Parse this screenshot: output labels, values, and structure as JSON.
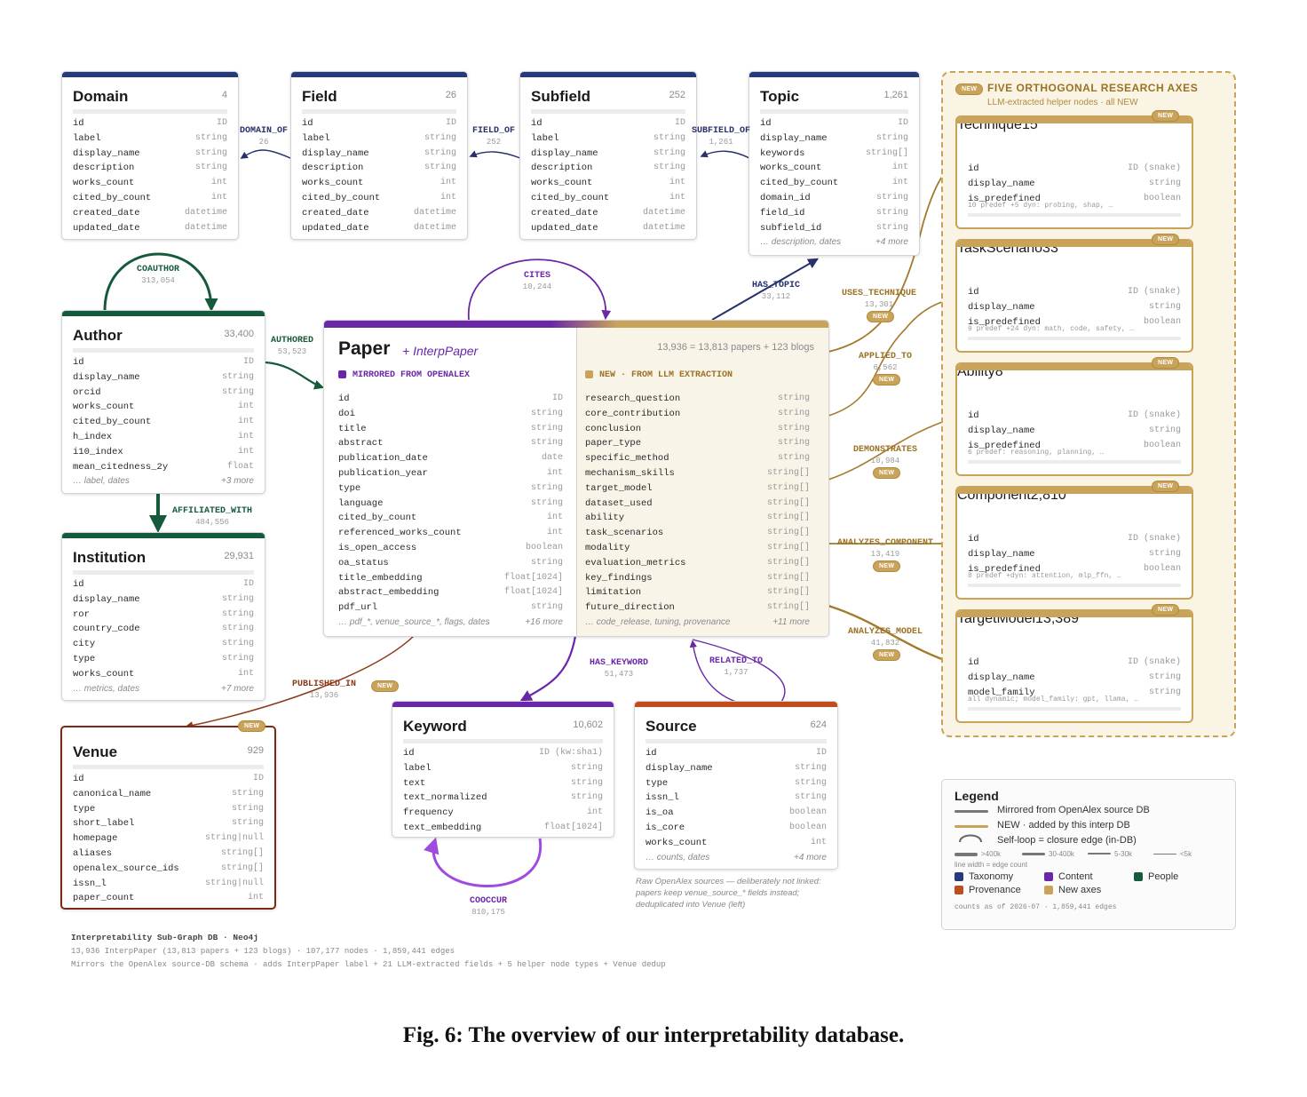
{
  "colors": {
    "taxonomy": "#243a7c",
    "content": "#6a27a8",
    "people": "#155a3a",
    "provenance": "#c14c1c",
    "new_axes": "#c9a35a",
    "venue": "#7a2a16"
  },
  "taxonomy": [
    {
      "title": "Domain",
      "count": "4",
      "fields": [
        [
          "id",
          "ID"
        ],
        [
          "label",
          "string"
        ],
        [
          "display_name",
          "string"
        ],
        [
          "description",
          "string"
        ],
        [
          "works_count",
          "int"
        ],
        [
          "cited_by_count",
          "int"
        ],
        [
          "created_date",
          "datetime"
        ],
        [
          "updated_date",
          "datetime"
        ]
      ]
    },
    {
      "title": "Field",
      "count": "26",
      "fields": [
        [
          "id",
          "ID"
        ],
        [
          "label",
          "string"
        ],
        [
          "display_name",
          "string"
        ],
        [
          "description",
          "string"
        ],
        [
          "works_count",
          "int"
        ],
        [
          "cited_by_count",
          "int"
        ],
        [
          "created_date",
          "datetime"
        ],
        [
          "updated_date",
          "datetime"
        ]
      ]
    },
    {
      "title": "Subfield",
      "count": "252",
      "fields": [
        [
          "id",
          "ID"
        ],
        [
          "label",
          "string"
        ],
        [
          "display_name",
          "string"
        ],
        [
          "description",
          "string"
        ],
        [
          "works_count",
          "int"
        ],
        [
          "cited_by_count",
          "int"
        ],
        [
          "created_date",
          "datetime"
        ],
        [
          "updated_date",
          "datetime"
        ]
      ]
    },
    {
      "title": "Topic",
      "count": "1,261",
      "fields": [
        [
          "id",
          "ID"
        ],
        [
          "display_name",
          "string"
        ],
        [
          "keywords",
          "string[]"
        ],
        [
          "works_count",
          "int"
        ],
        [
          "cited_by_count",
          "int"
        ],
        [
          "domain_id",
          "string"
        ],
        [
          "field_id",
          "string"
        ],
        [
          "subfield_id",
          "string"
        ]
      ],
      "more": [
        "… description, dates",
        "+4 more"
      ]
    }
  ],
  "author": {
    "title": "Author",
    "count": "33,400",
    "fields": [
      [
        "id",
        "ID"
      ],
      [
        "display_name",
        "string"
      ],
      [
        "orcid",
        "string"
      ],
      [
        "works_count",
        "int"
      ],
      [
        "cited_by_count",
        "int"
      ],
      [
        "h_index",
        "int"
      ],
      [
        "i10_index",
        "int"
      ],
      [
        "mean_citedness_2y",
        "float"
      ]
    ],
    "more": [
      "… label, dates",
      "+3 more"
    ]
  },
  "institution": {
    "title": "Institution",
    "count": "29,931",
    "fields": [
      [
        "id",
        "ID"
      ],
      [
        "display_name",
        "string"
      ],
      [
        "ror",
        "string"
      ],
      [
        "country_code",
        "string"
      ],
      [
        "city",
        "string"
      ],
      [
        "type",
        "string"
      ],
      [
        "works_count",
        "int"
      ]
    ],
    "more": [
      "… metrics, dates",
      "+7 more"
    ]
  },
  "venue": {
    "title": "Venue",
    "count": "929",
    "badge": "NEW",
    "fields": [
      [
        "id",
        "ID"
      ],
      [
        "canonical_name",
        "string"
      ],
      [
        "type",
        "string"
      ],
      [
        "short_label",
        "string"
      ],
      [
        "homepage",
        "string|null"
      ],
      [
        "aliases",
        "string[]"
      ],
      [
        "openalex_source_ids",
        "string[]"
      ],
      [
        "issn_l",
        "string|null"
      ],
      [
        "paper_count",
        "int"
      ]
    ]
  },
  "paper": {
    "title": "Paper",
    "subtitle": "+ InterpPaper",
    "count": "13,936 = 13,813 papers + 123 blogs",
    "left_header": "MIRRORED FROM OPENALEX",
    "right_header": "NEW · FROM LLM EXTRACTION",
    "left_fields": [
      [
        "id",
        "ID"
      ],
      [
        "doi",
        "string"
      ],
      [
        "title",
        "string"
      ],
      [
        "abstract",
        "string"
      ],
      [
        "publication_date",
        "date"
      ],
      [
        "publication_year",
        "int"
      ],
      [
        "type",
        "string"
      ],
      [
        "language",
        "string"
      ],
      [
        "cited_by_count",
        "int"
      ],
      [
        "referenced_works_count",
        "int"
      ],
      [
        "is_open_access",
        "boolean"
      ],
      [
        "oa_status",
        "string"
      ],
      [
        "title_embedding",
        "float[1024]"
      ],
      [
        "abstract_embedding",
        "float[1024]"
      ],
      [
        "pdf_url",
        "string"
      ]
    ],
    "left_more": [
      "… pdf_*, venue_source_*, flags, dates",
      "+16 more"
    ],
    "right_fields": [
      [
        "research_question",
        "string"
      ],
      [
        "core_contribution",
        "string"
      ],
      [
        "conclusion",
        "string"
      ],
      [
        "paper_type",
        "string"
      ],
      [
        "specific_method",
        "string"
      ],
      [
        "mechanism_skills",
        "string[]"
      ],
      [
        "target_model",
        "string[]"
      ],
      [
        "dataset_used",
        "string[]"
      ],
      [
        "ability",
        "string[]"
      ],
      [
        "task_scenarios",
        "string[]"
      ],
      [
        "modality",
        "string[]"
      ],
      [
        "evaluation_metrics",
        "string[]"
      ],
      [
        "key_findings",
        "string[]"
      ],
      [
        "limitation",
        "string[]"
      ],
      [
        "future_direction",
        "string[]"
      ]
    ],
    "right_more": [
      "… code_release, tuning, provenance",
      "+11 more"
    ]
  },
  "keyword": {
    "title": "Keyword",
    "count": "10,602",
    "fields": [
      [
        "id",
        "ID (kw:sha1)"
      ],
      [
        "label",
        "string"
      ],
      [
        "text",
        "string"
      ],
      [
        "text_normalized",
        "string"
      ],
      [
        "frequency",
        "int"
      ],
      [
        "text_embedding",
        "float[1024]"
      ]
    ]
  },
  "source": {
    "title": "Source",
    "count": "624",
    "fields": [
      [
        "id",
        "ID"
      ],
      [
        "display_name",
        "string"
      ],
      [
        "type",
        "string"
      ],
      [
        "issn_l",
        "string"
      ],
      [
        "is_oa",
        "boolean"
      ],
      [
        "is_core",
        "boolean"
      ],
      [
        "works_count",
        "int"
      ]
    ],
    "more": [
      "… counts, dates",
      "+4 more"
    ],
    "note": [
      "Raw OpenAlex sources — deliberately not linked:",
      "papers keep venue_source_* fields instead;",
      "deduplicated into Venue (left)"
    ]
  },
  "axes": {
    "badge": "NEW",
    "title": "FIVE ORTHOGONAL RESEARCH AXES",
    "subtitle": "LLM-extracted helper nodes · all NEW",
    "cards": [
      {
        "title": "Technique",
        "count": "15",
        "badge": "NEW",
        "fields": [
          [
            "id",
            "ID (snake)"
          ],
          [
            "display_name",
            "string"
          ],
          [
            "is_predefined",
            "boolean"
          ]
        ],
        "note": "10 predef +5 dyn: probing, shap, …"
      },
      {
        "title": "TaskScenario",
        "count": "33",
        "badge": "NEW",
        "fields": [
          [
            "id",
            "ID (snake)"
          ],
          [
            "display_name",
            "string"
          ],
          [
            "is_predefined",
            "boolean"
          ]
        ],
        "note": "9 predef +24 dyn: math, code, safety, …"
      },
      {
        "title": "Ability",
        "count": "8",
        "badge": "NEW",
        "fields": [
          [
            "id",
            "ID (snake)"
          ],
          [
            "display_name",
            "string"
          ],
          [
            "is_predefined",
            "boolean"
          ]
        ],
        "note": "6 predef: reasoning, planning, …"
      },
      {
        "title": "Component",
        "count": "2,810",
        "badge": "NEW",
        "fields": [
          [
            "id",
            "ID (snake)"
          ],
          [
            "display_name",
            "string"
          ],
          [
            "is_predefined",
            "boolean"
          ]
        ],
        "note": "8 predef +dyn: attention, mlp_ffn, …"
      },
      {
        "title": "TargetModel",
        "count": "13,389",
        "badge": "NEW",
        "fields": [
          [
            "id",
            "ID (snake)"
          ],
          [
            "display_name",
            "string"
          ],
          [
            "model_family",
            "string"
          ]
        ],
        "note": "all dynamic; model_family: gpt, llama, …"
      }
    ]
  },
  "edges": {
    "domain_of": {
      "label": "DOMAIN_OF",
      "count": "26"
    },
    "field_of": {
      "label": "FIELD_OF",
      "count": "252"
    },
    "subfield_of": {
      "label": "SUBFIELD_OF",
      "count": "1,261"
    },
    "coauthor": {
      "label": "COAUTHOR",
      "count": "313,054"
    },
    "authored": {
      "label": "AUTHORED",
      "count": "53,523"
    },
    "affiliated_with": {
      "label": "AFFILIATED_WITH",
      "count": "484,556"
    },
    "cites": {
      "label": "CITES",
      "count": "10,244"
    },
    "has_topic": {
      "label": "HAS_TOPIC",
      "count": "33,112"
    },
    "uses_technique": {
      "label": "USES_TECHNIQUE",
      "count": "13,301",
      "badge": "NEW"
    },
    "applied_to": {
      "label": "APPLIED_TO",
      "count": "6,562",
      "badge": "NEW"
    },
    "demonstrates": {
      "label": "DEMONSTRATES",
      "count": "10,984",
      "badge": "NEW"
    },
    "analyzes_component": {
      "label": "ANALYZES_COMPONENT",
      "count": "13,419",
      "badge": "NEW"
    },
    "analyzes_model": {
      "label": "ANALYZES_MODEL",
      "count": "41,832",
      "badge": "NEW"
    },
    "published_in": {
      "label": "PUBLISHED_IN",
      "count": "13,936",
      "badge": "NEW"
    },
    "has_keyword": {
      "label": "HAS_KEYWORD",
      "count": "51,473"
    },
    "related_to": {
      "label": "RELATED_TO",
      "count": "1,737"
    },
    "cooccur": {
      "label": "COOCCUR",
      "count": "810,175"
    }
  },
  "legend": {
    "title": "Legend",
    "mirrored": "Mirrored from OpenAlex source DB",
    "new": "NEW · added by this interp DB",
    "selfloop": "Self-loop = closure edge (in-DB)",
    "widths": [
      ">400k",
      "30-400k",
      "5-30k",
      "<5k"
    ],
    "width_note": "line width = edge count",
    "cats": {
      "taxonomy": "Taxonomy",
      "content": "Content",
      "people": "People",
      "provenance": "Provenance",
      "new_axes": "New axes"
    },
    "counts_note": "counts as of 2026-07 · 1,859,441 edges"
  },
  "footer": {
    "title": "Interpretability Sub-Graph DB · Neo4j",
    "line1": "13,936 InterpPaper (13,813 papers + 123 blogs) · 107,177 nodes · 1,859,441 edges",
    "line2": "Mirrors the OpenAlex source-DB schema · adds InterpPaper label + 21 LLM-extracted fields + 5 helper node types + Venue dedup"
  },
  "caption": "Fig. 6: The overview of our interpretability database."
}
